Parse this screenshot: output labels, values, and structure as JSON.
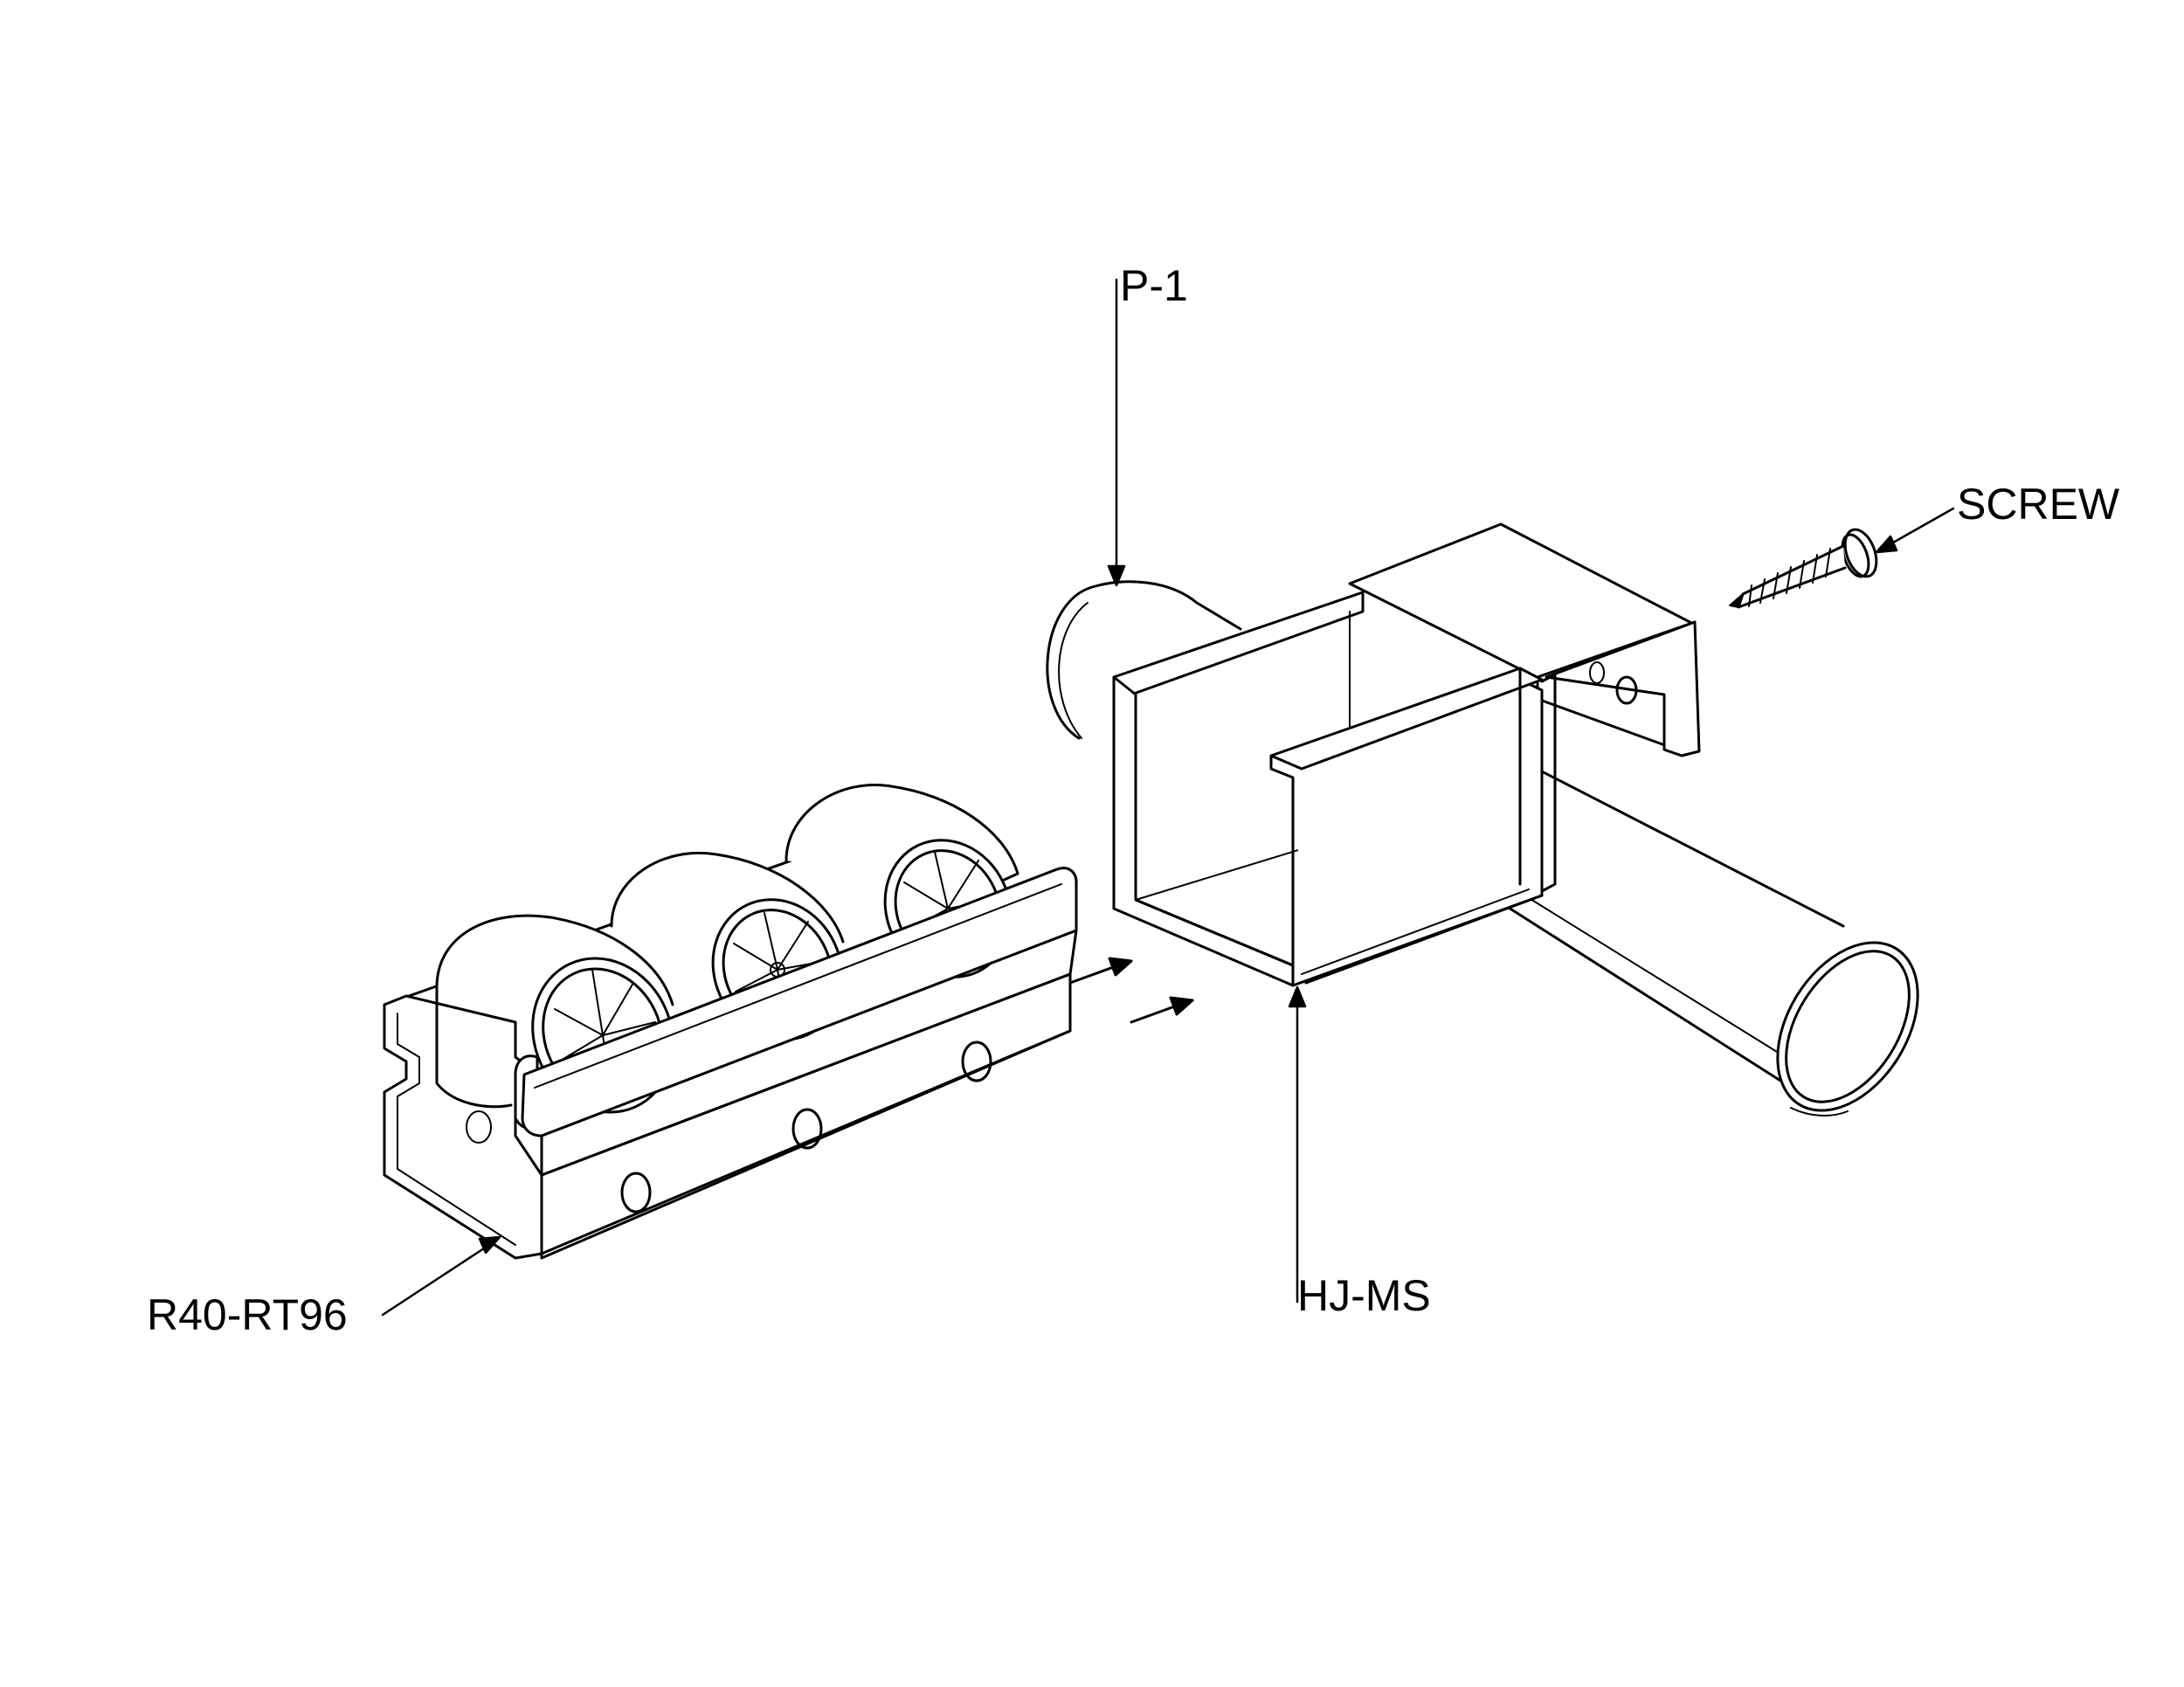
{
  "diagram": {
    "labels": {
      "p1": "P-1",
      "screw": "SCREW",
      "hjms": "HJ-MS",
      "r40": "R40-RT96"
    },
    "colors": {
      "line": "#000000",
      "background": "#ffffff",
      "part_fill": "#ffffff"
    }
  }
}
